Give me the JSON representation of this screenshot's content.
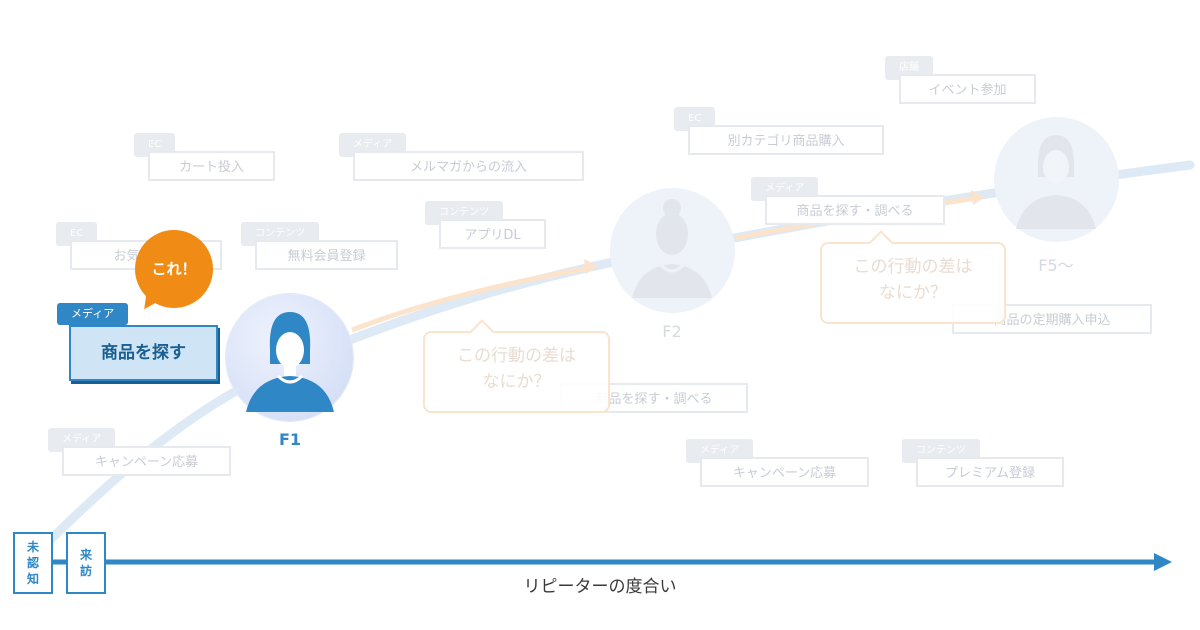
{
  "activities": [
    {
      "id": "fav",
      "tag": "EC",
      "label": "お気に入り"
    },
    {
      "id": "cart",
      "tag": "EC",
      "label": "カート投入"
    },
    {
      "id": "mail",
      "tag": "メディア",
      "label": "メルマガからの流入"
    },
    {
      "id": "member",
      "tag": "コンテンツ",
      "label": "無料会員登録"
    },
    {
      "id": "app",
      "tag": "コンテンツ",
      "label": "アプリDL"
    },
    {
      "id": "camp1",
      "tag": "メディア",
      "label": "キャンペーン応募"
    },
    {
      "id": "other_cat",
      "tag": "EC",
      "label": "別カテゴリ商品購入"
    },
    {
      "id": "event",
      "tag": "店舗",
      "label": "イベント参加"
    },
    {
      "id": "search2",
      "tag": "メディア",
      "label": "商品を探す・調べる"
    },
    {
      "id": "search3",
      "tag": "",
      "label": "商品を探す・調べる"
    },
    {
      "id": "subscription",
      "tag": "",
      "label": "商品の定期購入申込"
    },
    {
      "id": "camp2",
      "tag": "メディア",
      "label": "キャンペーン応募"
    },
    {
      "id": "premium",
      "tag": "コンテンツ",
      "label": "プレミアム登録"
    }
  ],
  "highlight": {
    "tag": "メディア",
    "label": "商品を探す"
  },
  "callout": "これ！",
  "stages": [
    {
      "id": "f1",
      "label": "F1"
    },
    {
      "id": "f2",
      "label": "F2"
    },
    {
      "id": "f5",
      "label": "F5〜"
    }
  ],
  "bubbles": [
    {
      "id": "q1",
      "line1": "この行動の差は",
      "line2": "なにか？"
    },
    {
      "id": "q2",
      "line1": "この行動の差は",
      "line2": "なにか？"
    }
  ],
  "entry_stages": [
    {
      "id": "unaware",
      "label": "未認知"
    },
    {
      "id": "visit",
      "label": "来訪"
    }
  ],
  "axis_label": "リピーターの度合い",
  "colors": {
    "primary": "#2f87c6",
    "accent": "#f08c15",
    "faded": "#e6e9ee"
  }
}
